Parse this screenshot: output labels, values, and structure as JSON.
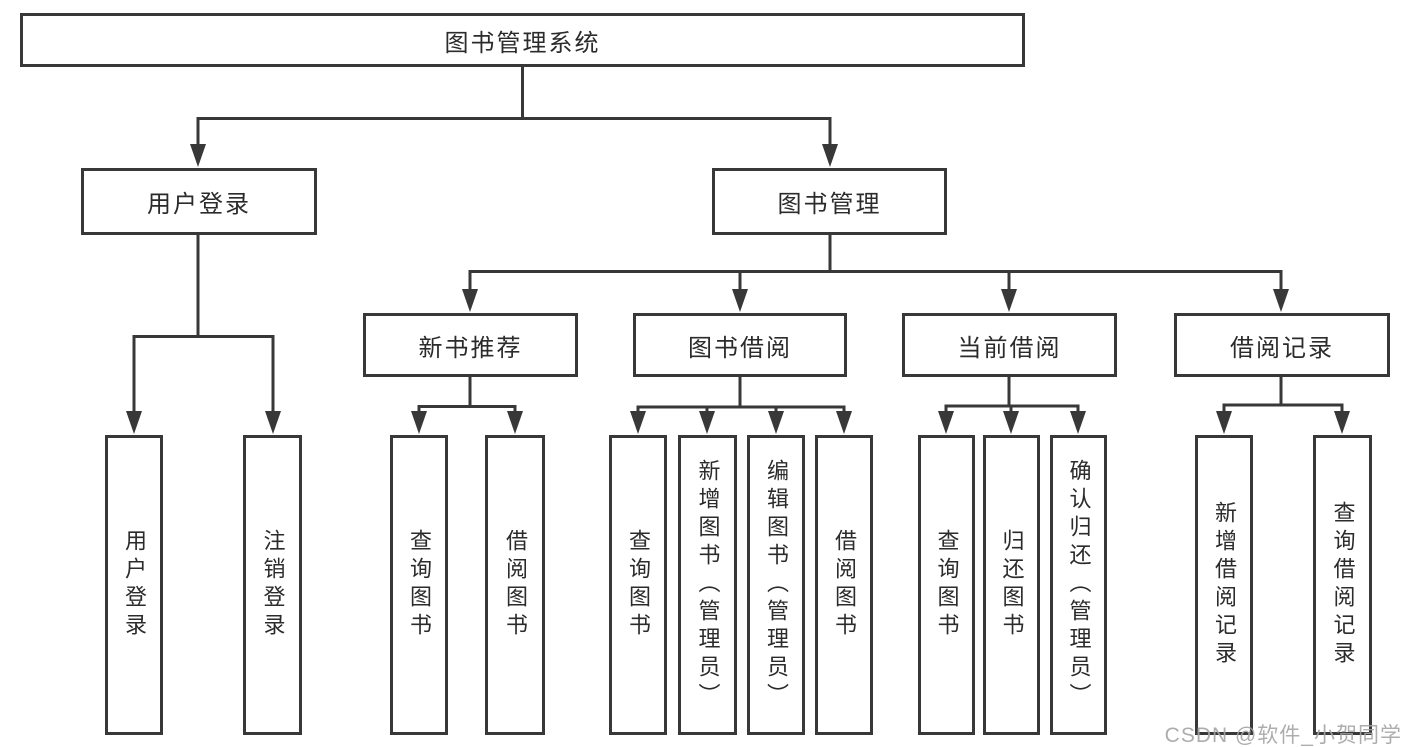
{
  "tree": {
    "label": "图书管理系统",
    "children": [
      {
        "label": "用户登录",
        "children": [
          {
            "label": "用户登录"
          },
          {
            "label": "注销登录"
          }
        ]
      },
      {
        "label": "图书管理",
        "children": [
          {
            "label": "新书推荐",
            "children": [
              {
                "label": "查询图书"
              },
              {
                "label": "借阅图书"
              }
            ]
          },
          {
            "label": "图书借阅",
            "children": [
              {
                "label": "查询图书"
              },
              {
                "label": "新增图书（管理员）"
              },
              {
                "label": "编辑图书（管理员）"
              },
              {
                "label": "借阅图书"
              }
            ]
          },
          {
            "label": "当前借阅",
            "children": [
              {
                "label": "查询图书"
              },
              {
                "label": "归还图书"
              },
              {
                "label": "确认归还（管理员）"
              }
            ]
          },
          {
            "label": "借阅记录",
            "children": [
              {
                "label": "新增借阅记录"
              },
              {
                "label": "查询借阅记录"
              }
            ]
          }
        ]
      }
    ]
  },
  "watermark": {
    "text": "CSDN @软件_小贺同学"
  },
  "colors": {
    "line": "#383838",
    "box_border": "#383838",
    "text": "#2b2b2b",
    "watermark": "#a5a5a5",
    "background": "#ffffff"
  }
}
